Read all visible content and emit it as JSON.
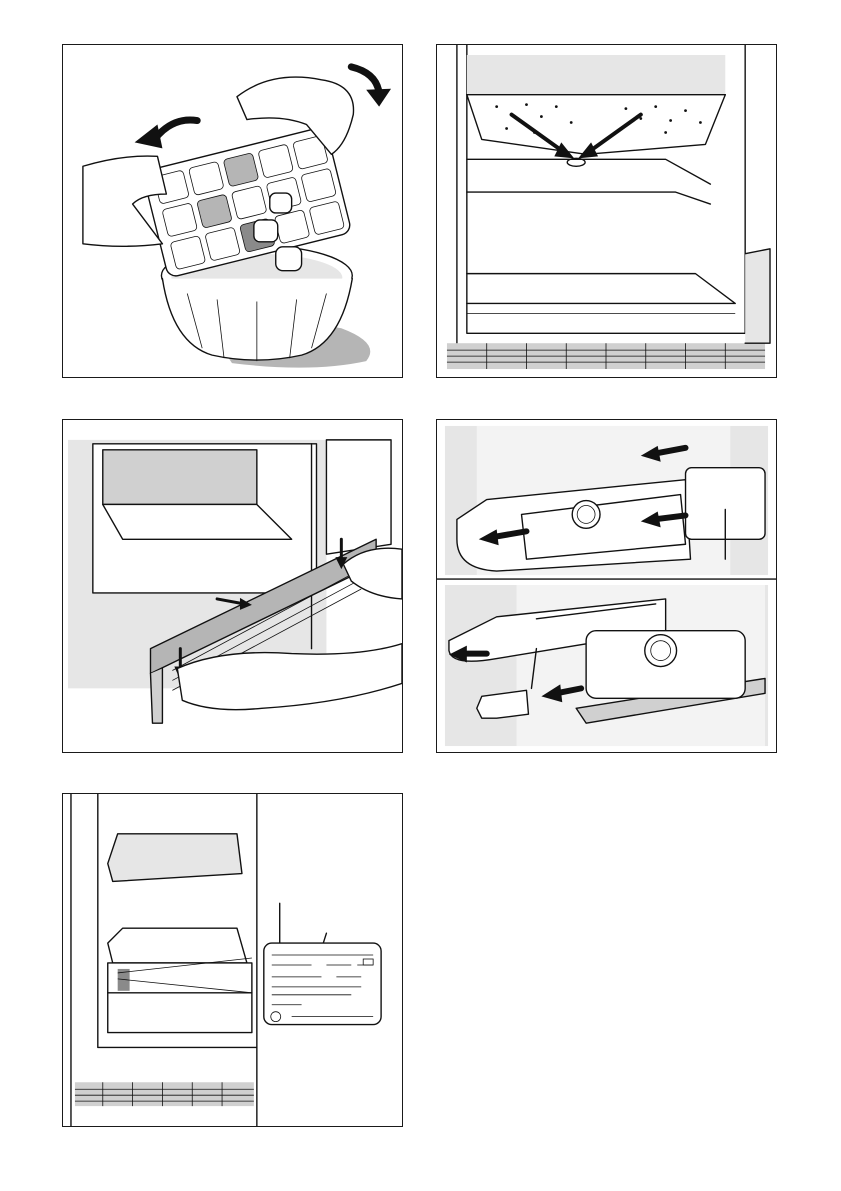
{
  "page": {
    "panels": [
      {
        "id": "p1",
        "content": "ice-cube-tray"
      },
      {
        "id": "p2",
        "content": "fridge-drain-hole"
      },
      {
        "id": "p3",
        "content": "base-grille-removal"
      },
      {
        "id": "p4",
        "content": "water-filter-replacement"
      },
      {
        "id": "p5",
        "content": "rating-plate-location"
      }
    ]
  },
  "colors": {
    "line": "#111111",
    "light_gray": "#e6e6e6",
    "mid_gray": "#b5b5b5",
    "dark_gray": "#8a8a8a"
  }
}
